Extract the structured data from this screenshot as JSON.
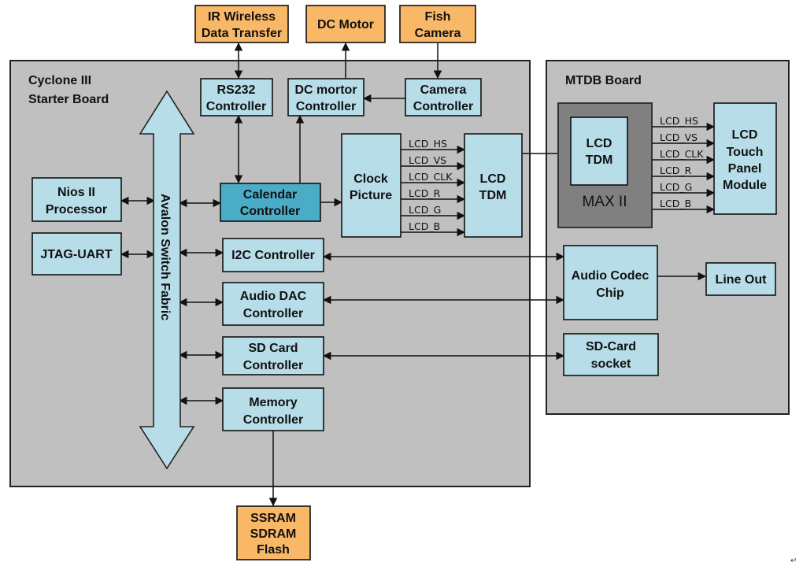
{
  "boards": {
    "cyclone": [
      "Cyclone III",
      "Starter Board"
    ],
    "mtdb": [
      "MTDB Board"
    ]
  },
  "blocks": {
    "ir": [
      "IR Wireless",
      "Data Transfer"
    ],
    "motor": [
      "DC Motor"
    ],
    "fish": [
      "Fish",
      "Camera"
    ],
    "rs232": [
      "RS232",
      "Controller"
    ],
    "dcctrl": [
      "DC mortor",
      "Controller"
    ],
    "camctrl": [
      "Camera",
      "Controller"
    ],
    "nios": [
      "Nios II",
      "Processor"
    ],
    "jtag": [
      "JTAG-UART"
    ],
    "calendar": [
      "Calendar",
      "Controller"
    ],
    "clock": [
      "Clock",
      "Picture"
    ],
    "lcdtdm": [
      "LCD",
      "TDM"
    ],
    "i2c": [
      "I2C Controller"
    ],
    "dac": [
      "Audio DAC",
      "Controller"
    ],
    "sd": [
      "SD Card",
      "Controller"
    ],
    "mem": [
      "Memory",
      "Controller"
    ],
    "ssram": [
      "SSRAM",
      "SDRAM",
      "Flash"
    ],
    "lcdtdm2": [
      "LCD",
      "TDM"
    ],
    "maxii": [
      "MAX II"
    ],
    "touch": [
      "LCD",
      "Touch",
      "Panel",
      "Module"
    ],
    "codec": [
      "Audio Codec",
      "Chip"
    ],
    "lineout": [
      "Line Out"
    ],
    "sdsock": [
      "SD-Card",
      "socket"
    ]
  },
  "bus_label": "Avalon Switch Fabric",
  "signals": [
    "LCD_HS",
    "LCD_VS",
    "LCD_CLK",
    "LCD_R",
    "LCD_G",
    "LCD_B"
  ],
  "corner_mark": "↵"
}
